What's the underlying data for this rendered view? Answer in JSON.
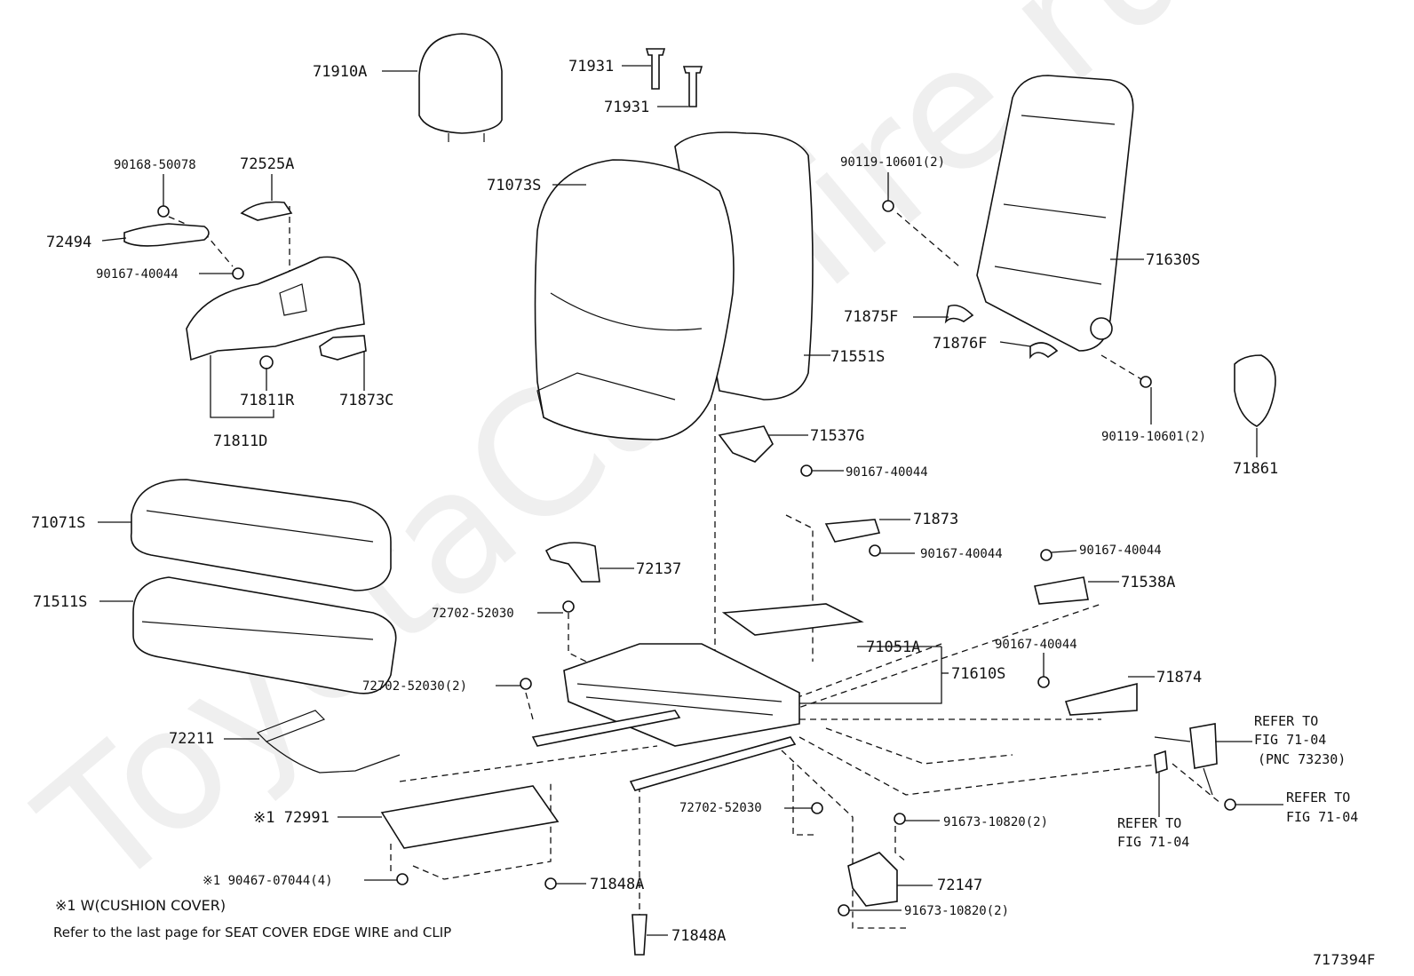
{
  "watermark": "ToyotaCarMire.ru",
  "diagram_code": "717394F",
  "notes": {
    "cushion_cover": "※1 W(CUSHION COVER)",
    "edge_wire": "Refer to the last page for SEAT COVER EDGE WIRE and CLIP"
  },
  "labels": {
    "p71910A": "71910A",
    "p71931a": "71931",
    "p71931b": "71931",
    "p90168": "90168-50078",
    "p72525A": "72525A",
    "p72494": "72494",
    "p90167a": "90167-40044",
    "p71811R": "71811R",
    "p71873C": "71873C",
    "p71811D": "71811D",
    "p71073S": "71073S",
    "p71551S": "71551S",
    "p90119a": "90119-10601(2)",
    "p71630S": "71630S",
    "p71875F": "71875F",
    "p71876F": "71876F",
    "p90119b": "90119-10601(2)",
    "p71861": "71861",
    "p71537G": "71537G",
    "p90167b": "90167-40044",
    "p71873": "71873",
    "p90167c": "90167-40044",
    "p90167d": "90167-40044",
    "p71538A": "71538A",
    "p71071S": "71071S",
    "p71511S": "71511S",
    "p72137": "72137",
    "p72702a": "72702-52030",
    "p71051A": "71051A",
    "p71610S": "71610S",
    "p90167e": "90167-40044",
    "p71874": "71874",
    "p72702b": "72702-52030(2)",
    "p72211": "72211",
    "refer1a": "REFER TO",
    "refer1b": "FIG 71-04",
    "refer1c": "(PNC 73230)",
    "refer2a": "REFER TO",
    "refer2b": "FIG 71-04",
    "refer3a": "REFER TO",
    "refer3b": "FIG 71-04",
    "p72991": "※1 72991",
    "p72702c": "72702-52030",
    "p91673a": "91673-10820(2)",
    "p90467": "※1 90467-07044(4)",
    "p71848Aa": "71848A",
    "p72147": "72147",
    "p91673b": "91673-10820(2)",
    "p71848Ab": "71848A"
  }
}
